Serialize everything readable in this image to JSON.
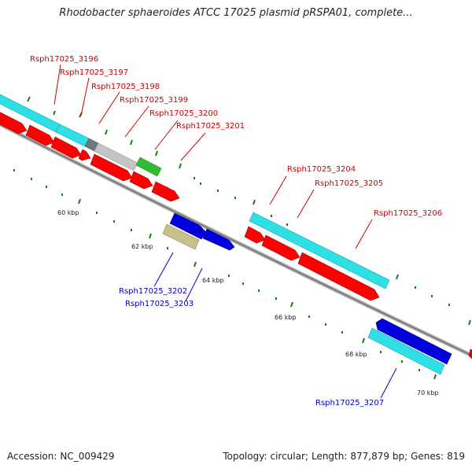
{
  "title": "Rhodobacter sphaeroides ATCC 17025 plasmid pRSPA01, complete...",
  "footer": {
    "accession_label": "Accession:",
    "accession": "NC_009429",
    "topology_label": "Topology:",
    "topology": "circular",
    "length_label": "Length:",
    "length": "877,879 bp",
    "genes_label": "Genes:",
    "genes": "819"
  },
  "colors": {
    "background": "#ffffff",
    "backbone": "#808080",
    "tick": "#1e7a1e",
    "label_red": "#cc0000",
    "label_blue": "#0000bb",
    "gene_red": "#ff0000",
    "gene_cyan": "#2ee0e6",
    "gene_blue": "#0000dd",
    "gene_grey": "#c4c4c4",
    "gene_darkgrey": "#6e7a7a",
    "gene_green": "#33bb33",
    "gene_olive": "#c8c08a"
  },
  "scale_labels": [
    "60 kbp",
    "62 kbp",
    "64 kbp",
    "66 kbp",
    "68 kbp",
    "70 kbp"
  ],
  "gene_labels": [
    "Rsph17025_3196",
    "Rsph17025_3197",
    "Rsph17025_3198",
    "Rsph17025_3199",
    "Rsph17025_3200",
    "Rsph17025_3201",
    "Rsph17025_3204",
    "Rsph17025_3205",
    "Rsph17025_3206",
    "Rsph17025_3202",
    "Rsph17025_3203",
    "Rsph17025_3207"
  ]
}
